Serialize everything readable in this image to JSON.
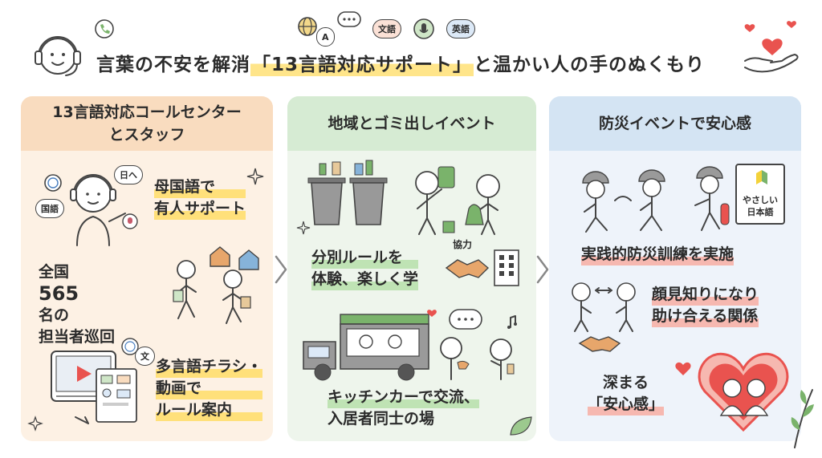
{
  "header": {
    "title_pre": "言葉の不安を解消",
    "title_hl": "「13言語対応サポート」",
    "title_post": "と温かい人の手のぬくもり",
    "bubbles": [
      "A",
      "文語",
      "英語"
    ]
  },
  "columns": [
    {
      "heading": [
        "13言語対応コールセンター",
        "とスタッフ"
      ],
      "sections": [
        {
          "lines": [
            "母国語で",
            "有人サポート"
          ]
        },
        {
          "lines_pre": "全国",
          "number": "565",
          "lines_post": "名の",
          "line2": "担当者巡回"
        },
        {
          "lines": [
            "多言語チラシ・",
            "動画で",
            "ルール案内"
          ]
        }
      ],
      "icon_tags": [
        "日へ",
        "国語",
        "文"
      ]
    },
    {
      "heading": [
        "地域とゴミ出しイベント"
      ],
      "sections": [
        {
          "lines": [
            "分別ルールを",
            "体験、楽しく学"
          ]
        },
        {
          "lines": [
            "キッチンカーで交流、",
            "入居者同士の場"
          ]
        }
      ],
      "icon_tags": [
        "協力"
      ]
    },
    {
      "heading": [
        "防災イベントで安心感"
      ],
      "sections": [
        {
          "lines": [
            "実践的防災訓練を実施"
          ]
        },
        {
          "lines": [
            "顔見知りになり",
            "助け合える関係"
          ]
        },
        {
          "lines": [
            "深まる",
            "「安心感」"
          ]
        }
      ],
      "sign_lines": [
        "やさしい",
        "日本語"
      ]
    }
  ],
  "colors": {
    "col1_bg": "#fdf1e4",
    "col1_head": "#f9dcbf",
    "col2_bg": "#eef5ec",
    "col2_head": "#d6ebd3",
    "col3_bg": "#eef3fa",
    "col3_head": "#d4e4f3",
    "yellow_hl": "#ffe07a",
    "green_hl": "#bfe3b4",
    "red_hl": "#f6b8b0",
    "heart": "#e9534f"
  }
}
